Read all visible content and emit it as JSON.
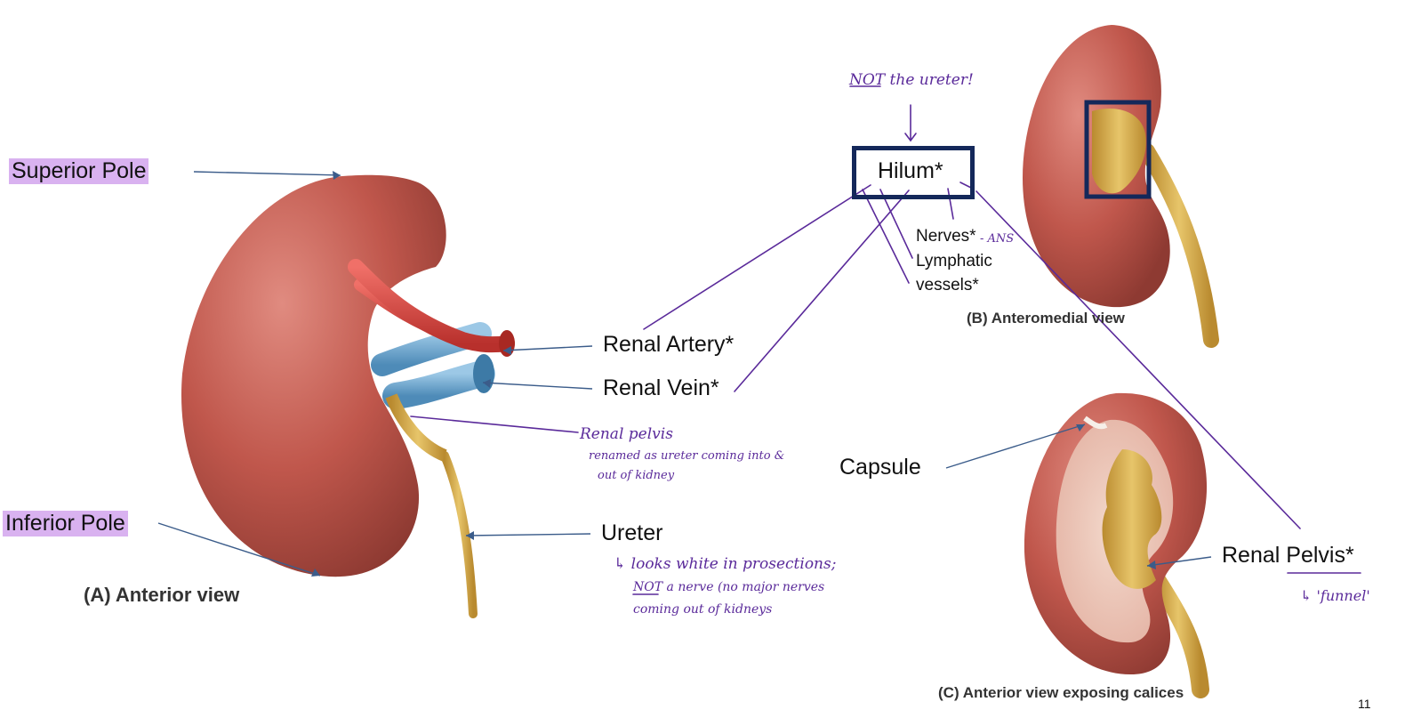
{
  "labels": {
    "superior_pole": "Superior Pole",
    "inferior_pole": "Inferior Pole",
    "renal_artery": "Renal Artery*",
    "renal_vein": "Renal Vein*",
    "ureter": "Ureter",
    "hilum": "Hilum*",
    "nerves": "Nerves*",
    "lymphatic_1": "Lymphatic",
    "lymphatic_2": "vessels*",
    "capsule": "Capsule",
    "renal_pelvis": "Renal Pelvis*"
  },
  "captions": {
    "view_a": "(A) Anterior view",
    "view_b": "(B) Anteromedial view",
    "view_c": "(C) Anterior view exposing calices"
  },
  "handwritten": {
    "not_ureter": "NOT the ureter!",
    "ans": "- ANS",
    "renal_pelvis_title": "Renal pelvis",
    "renal_pelvis_line1": "renamed as ureter coming into &",
    "renal_pelvis_line2": "out of kidney",
    "ureter_line1": "↳ looks white in prosections;",
    "ureter_line2": "NOT a nerve (no major nerves",
    "ureter_line3": "coming out of kidneys",
    "funnel": "↳ 'funnel'"
  },
  "page_number": "11",
  "colors": {
    "kidney": "#c0574c",
    "artery": "#d9453f",
    "vein": "#6aa7cf",
    "ureter": "#d9b250",
    "pointer": "#3b5c8a",
    "pen": "#5a2a9a",
    "frame": "#14285a",
    "highlight": "#d9b2f0"
  }
}
